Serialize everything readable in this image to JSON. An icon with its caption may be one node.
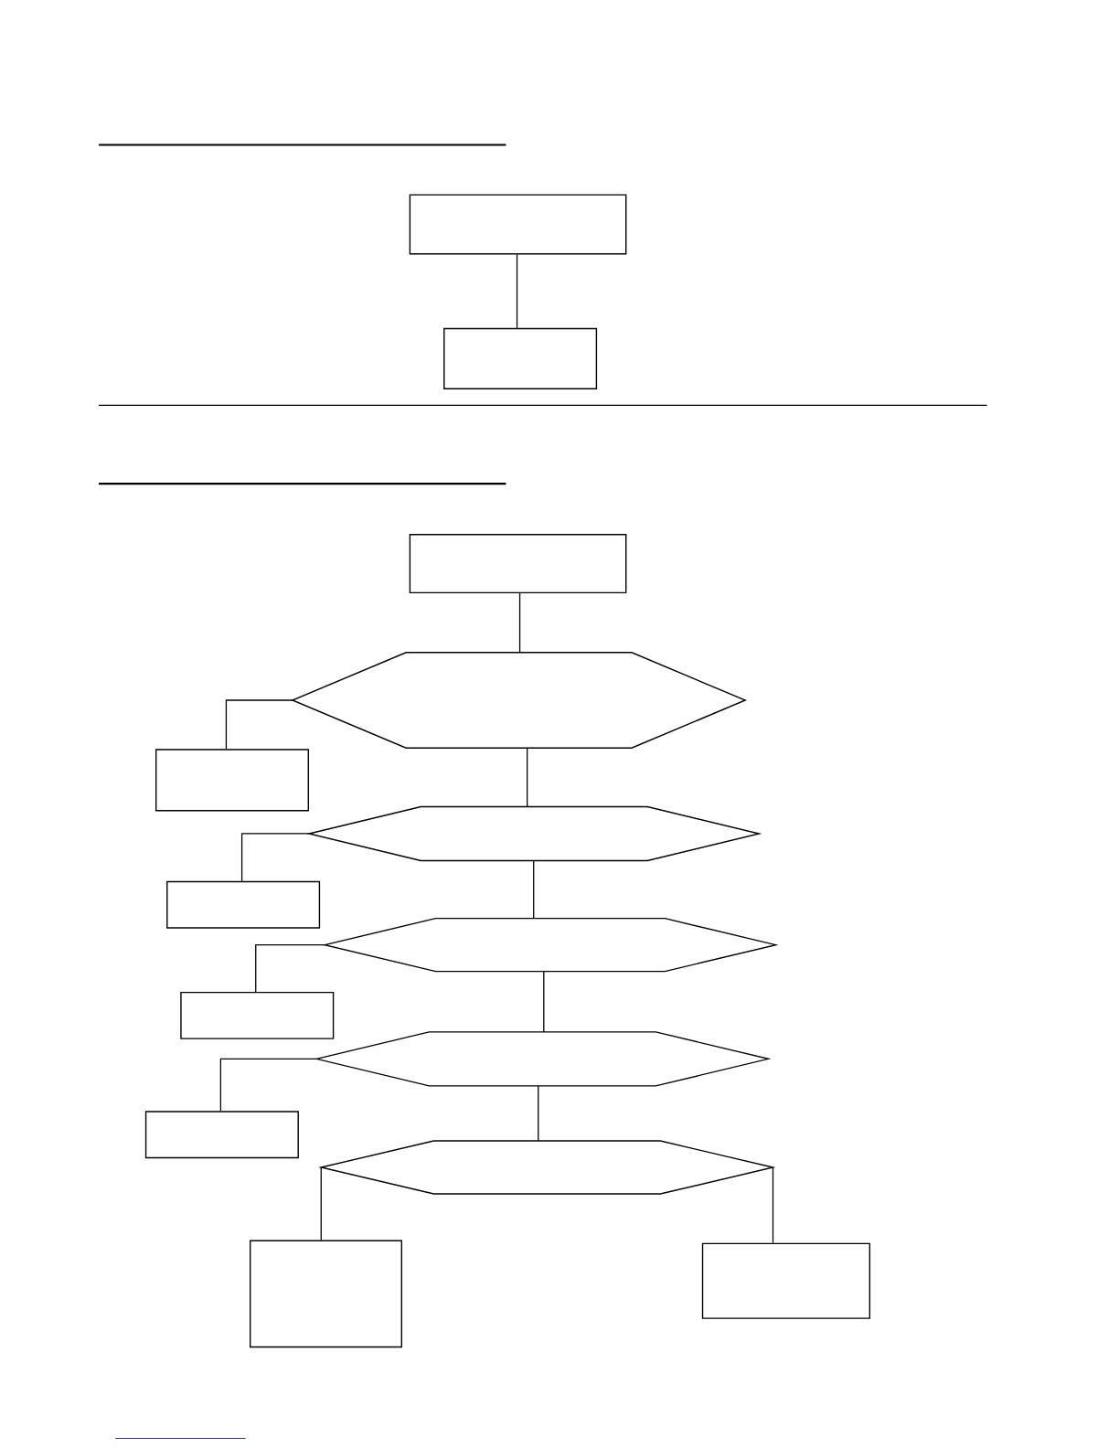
{
  "diagram": {
    "nodes": [
      {
        "text": [],
        "shape": "box"
      },
      {
        "text": [],
        "shape": "box"
      },
      {
        "text": [],
        "shape": "box"
      },
      {
        "text": [],
        "shape": "hexagon"
      },
      {
        "text": [],
        "shape": "box"
      },
      {
        "text": [],
        "shape": "hexagon"
      },
      {
        "text": [],
        "shape": "box"
      },
      {
        "text": [],
        "shape": "hexagon"
      },
      {
        "text": [],
        "shape": "box"
      },
      {
        "text": [],
        "shape": "hexagon"
      },
      {
        "text": [],
        "shape": "box"
      },
      {
        "text": [],
        "shape": "hexagon"
      },
      {
        "text": [],
        "shape": "box"
      },
      {
        "text": [],
        "shape": "box"
      }
    ],
    "edges": [
      {
        "from": 0,
        "to": 1,
        "arrow": "none"
      },
      {
        "from": 2,
        "to": 3,
        "arrow": "none"
      },
      {
        "from": 3,
        "to": 4,
        "arrow": "none"
      },
      {
        "from": 3,
        "to": 5,
        "arrow": "none"
      },
      {
        "from": 5,
        "to": 6,
        "arrow": "none"
      },
      {
        "from": 5,
        "to": 7,
        "arrow": "none"
      },
      {
        "from": 7,
        "to": 8,
        "arrow": "none"
      },
      {
        "from": 7,
        "to": 9,
        "arrow": "none"
      },
      {
        "from": 9,
        "to": 10,
        "arrow": "none"
      },
      {
        "from": 9,
        "to": 11,
        "arrow": "none"
      },
      {
        "from": 11,
        "to": 12,
        "arrow": "none"
      },
      {
        "from": 11,
        "to": 13,
        "arrow": "none"
      }
    ]
  }
}
